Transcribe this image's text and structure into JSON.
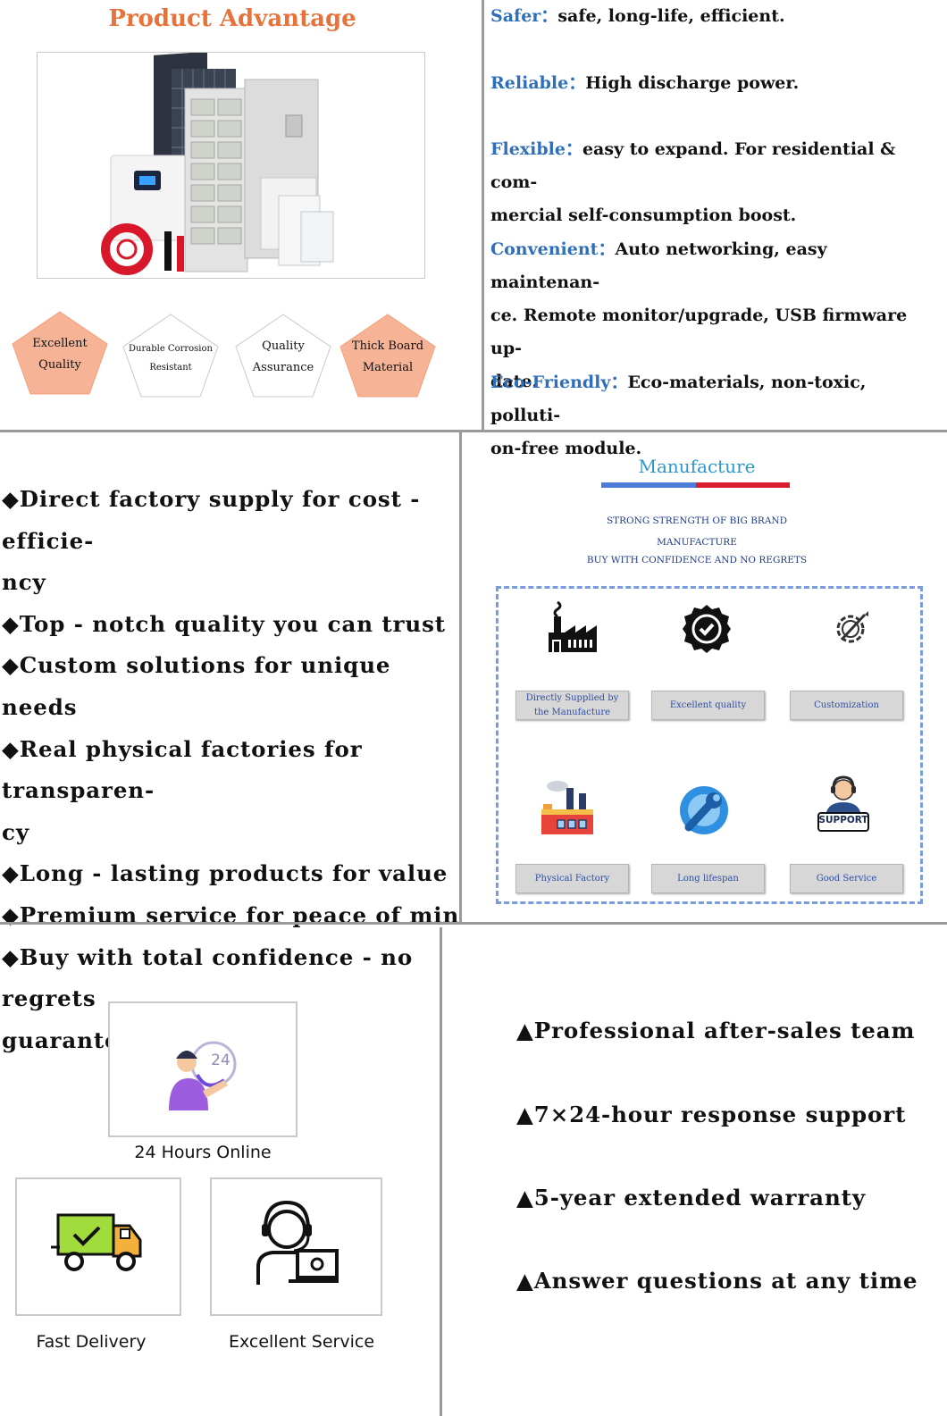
{
  "advantage_section": {
    "title": "Product Advantage",
    "badges": [
      {
        "line1": "Excellent",
        "line2": "Quality",
        "fill": "#f7b396"
      },
      {
        "line1": "Durable Corrosion",
        "line2": "Resistant",
        "fill": "#ffffff"
      },
      {
        "line1": "Quality",
        "line2": "Assurance",
        "fill": "#ffffff"
      },
      {
        "line1": "Thick Board",
        "line2": "Material",
        "fill": "#f7b396"
      }
    ],
    "features": [
      {
        "key": "Safer：",
        "lines": [
          "safe, long-life, efficient."
        ]
      },
      {
        "key": "Reliable：",
        "lines": [
          "High discharge power."
        ]
      },
      {
        "key": "Flexible：",
        "lines": [
          "easy to expand. For residential & com-",
          "mercial self-consumption boost."
        ]
      },
      {
        "key": "Convenient：",
        "lines": [
          "Auto networking, easy maintenan-",
          "ce. Remote monitor/upgrade, USB firmware up-",
          "date."
        ]
      },
      {
        "key": "Eco-Friendly：",
        "lines": [
          "Eco-materials, non-toxic, polluti-",
          "on-free module."
        ]
      }
    ]
  },
  "factory_section": {
    "list": [
      "◆Direct factory supply for cost - efficie-",
      "ncy",
      "◆Top - notch quality you can trust",
      "◆Custom solutions for unique needs",
      "◆Real physical factories for transparen-",
      "cy",
      "◆Long - lasting products for value",
      "◆Premium service for peace of min",
      "◆Buy with total confidence - no regrets",
      "guaranteed"
    ],
    "manufacture": {
      "title": "Manufacture",
      "sub1": "STRONG STRENGTH OF BIG BRAND",
      "sub2": "MANUFACTURE",
      "sub3": "BUY WITH CONFIDENCE AND NO REGRETS",
      "items": [
        {
          "line1": "Directly Supplied by",
          "line2": "the Manufacture",
          "icon": "factory-icon"
        },
        {
          "line1": "Excellent quality",
          "line2": "",
          "icon": "check-badge-icon"
        },
        {
          "line1": "Customization",
          "line2": "",
          "icon": "gear-pencil-icon"
        },
        {
          "line1": "Physical Factory",
          "line2": "",
          "icon": "colored-factory-icon"
        },
        {
          "line1": "Long  lifespan",
          "line2": "",
          "icon": "wrench-gear-icon"
        },
        {
          "line1": "Good Service",
          "line2": "",
          "icon": "support-agent-icon"
        }
      ],
      "support_text": "SUPPORT",
      "badge_24": "24"
    }
  },
  "service_section": {
    "cards": [
      {
        "caption": "24 Hours Online",
        "icon": "headset-24-icon"
      },
      {
        "caption": "Fast Delivery",
        "icon": "delivery-truck-icon"
      },
      {
        "caption": "Excellent Service",
        "icon": "agent-laptop-icon"
      }
    ],
    "points": [
      "▲Professional after-sales team",
      "▲7×24-hour response support",
      "▲5-year extended warranty",
      "▲Answer questions at any time"
    ]
  },
  "colors": {
    "title_orange": "#e8733a",
    "key_blue": "#2f6fba",
    "dash_blue": "#7a9be0",
    "badge_peach": "#f7b396"
  }
}
